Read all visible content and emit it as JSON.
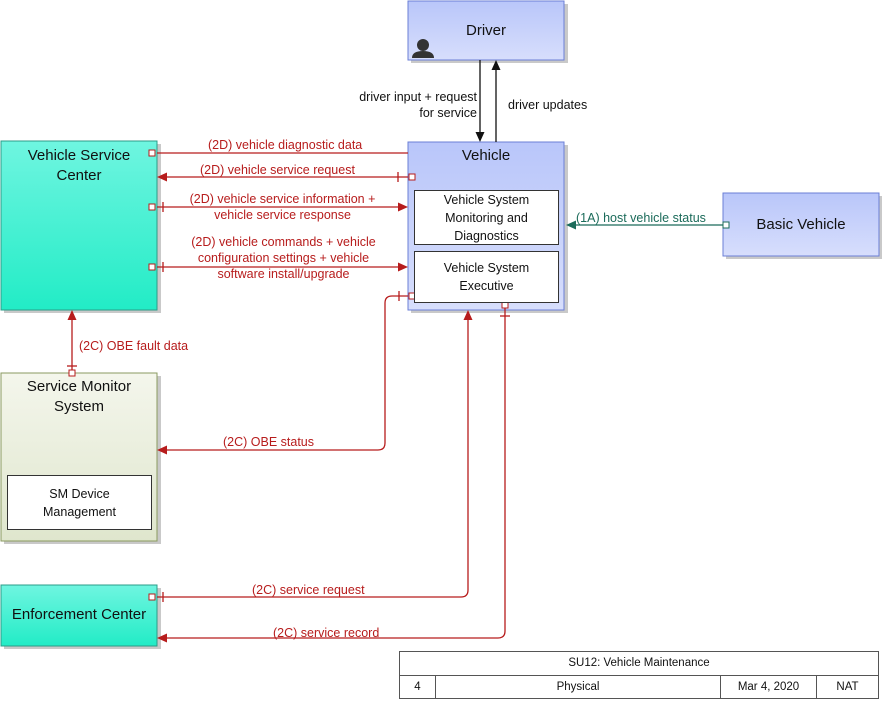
{
  "nodes": {
    "driver": {
      "label": "Driver",
      "icon": "person-icon"
    },
    "vehicle": {
      "label": "Vehicle",
      "inner_monitoring": "Vehicle System Monitoring and Diagnostics",
      "inner_executive": "Vehicle System Executive"
    },
    "basic_vehicle": {
      "label": "Basic Vehicle"
    },
    "vehicle_service_center": {
      "label": "Vehicle Service Center"
    },
    "service_monitor_system": {
      "label": "Service Monitor System",
      "inner": "SM Device Management"
    },
    "enforcement_center": {
      "label": "Enforcement Center"
    }
  },
  "flows": {
    "driver_input": "driver input + request for service",
    "driver_updates": "driver updates",
    "host_vehicle_status": "(1A) host vehicle status",
    "diag_data": "(2D) vehicle diagnostic data",
    "service_request_2d": "(2D) vehicle service request",
    "service_info": "(2D) vehicle service information + vehicle service response",
    "vehicle_commands": "(2D) vehicle commands + vehicle configuration settings + vehicle software install/upgrade",
    "obe_fault": "(2C) OBE fault data",
    "obe_status": "(2C) OBE status",
    "service_request_2c": "(2C) service request",
    "service_record": "(2C) service record"
  },
  "colors": {
    "flow_red": "#b71c1c",
    "flow_green": "#1b6b5a",
    "flow_black": "#111111",
    "blue_box": "#c7d3fb",
    "teal_box": "#3ff0cf",
    "olive_box": "#e5ead7"
  },
  "title_block": {
    "title": "SU12: Vehicle Maintenance",
    "number": "4",
    "type": "Physical",
    "date": "Mar 4, 2020",
    "author": "NAT"
  }
}
